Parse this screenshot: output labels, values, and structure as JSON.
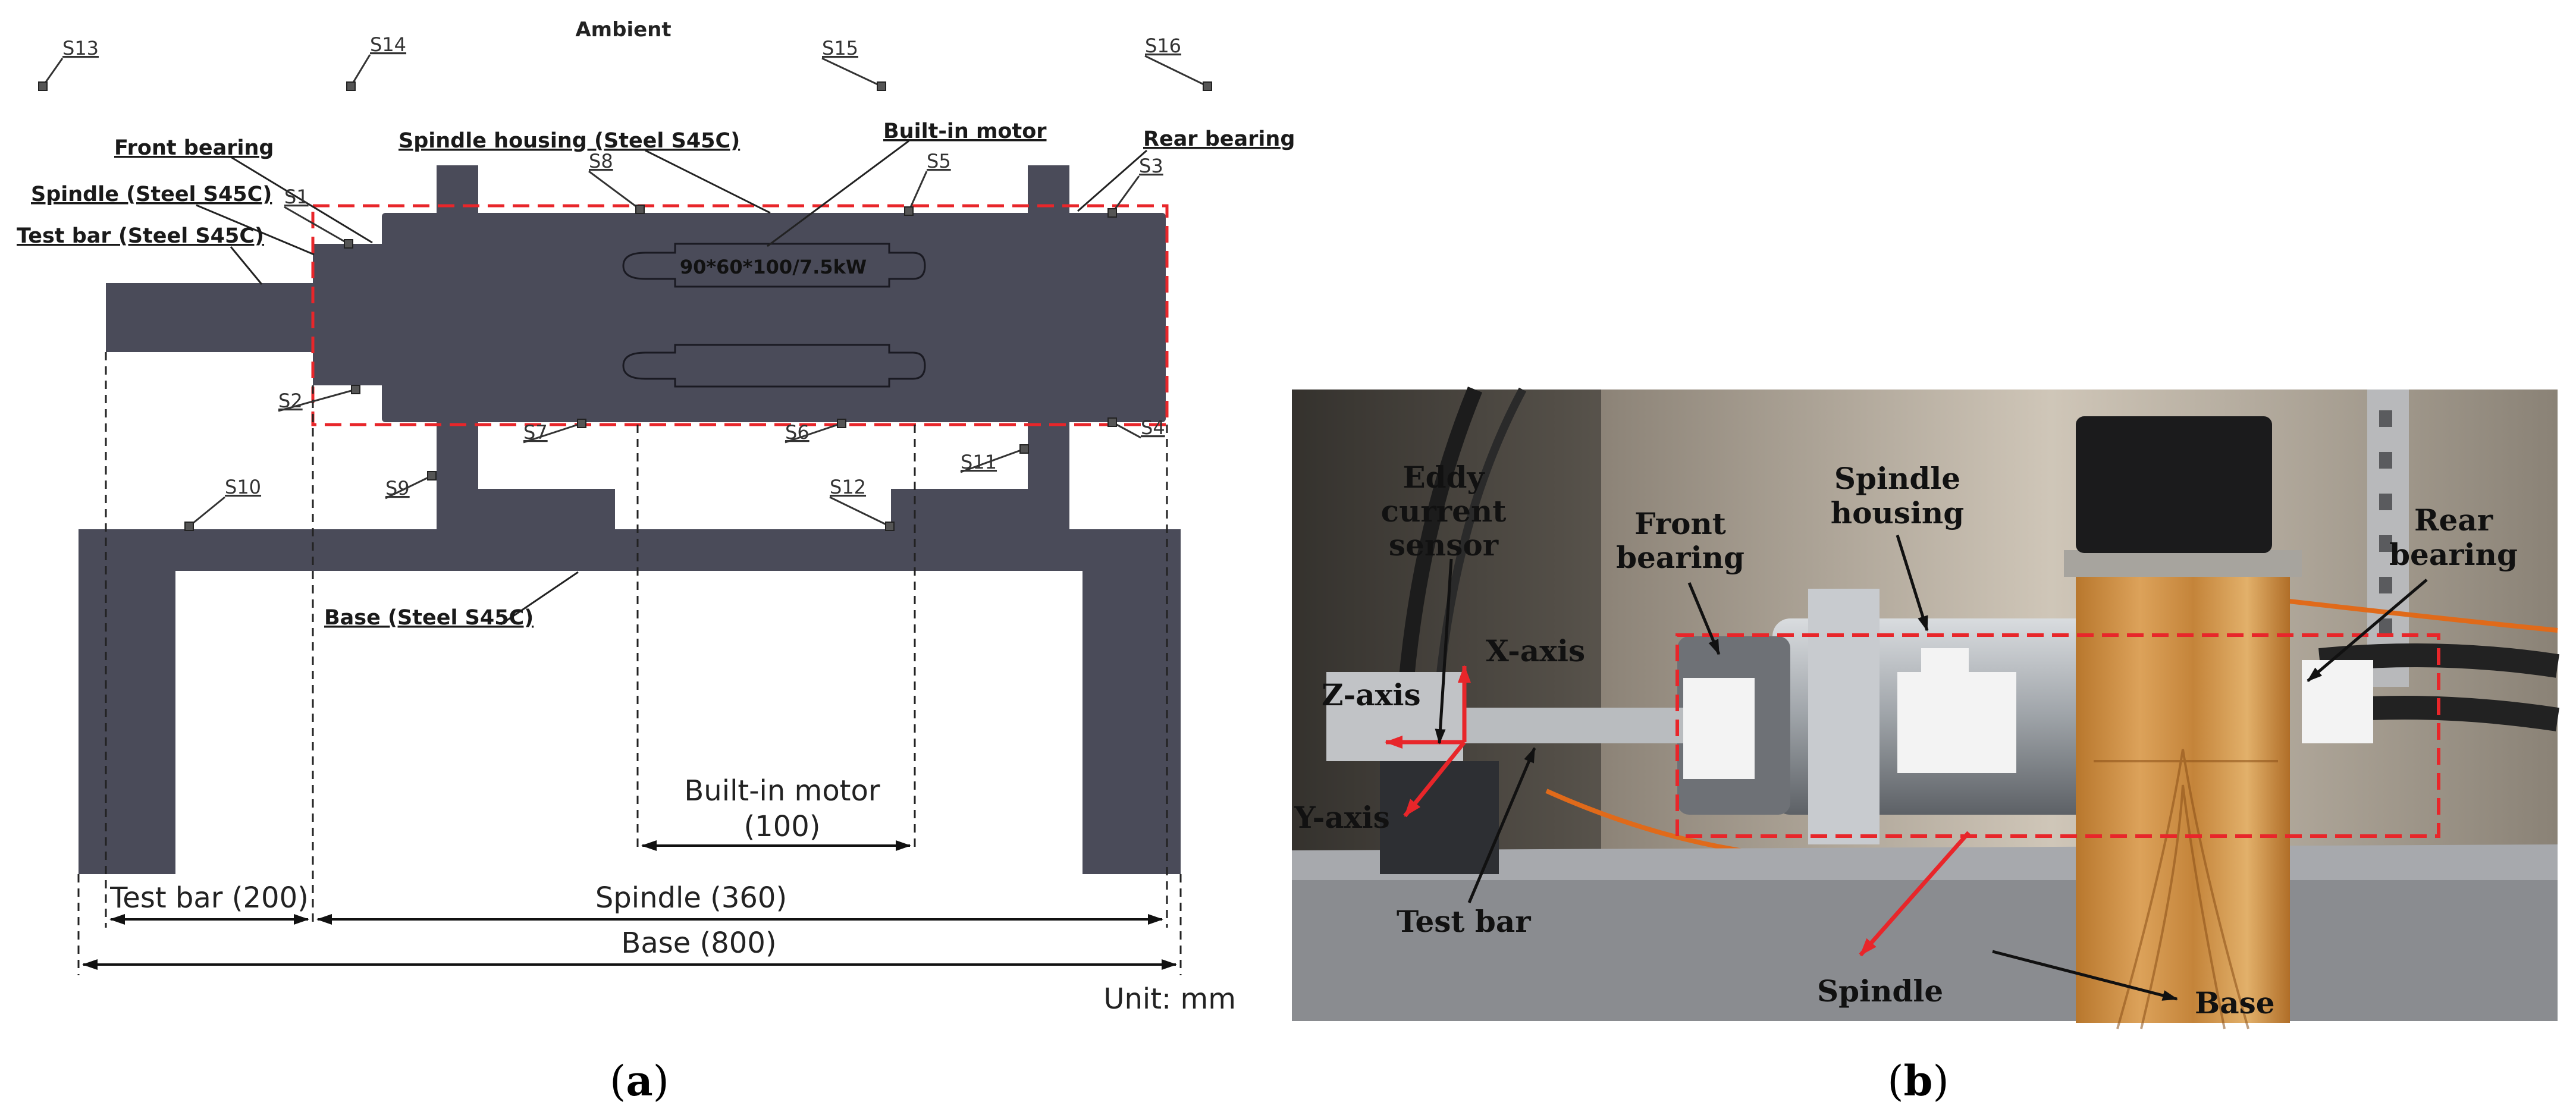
{
  "panel_a": {
    "caption_left": "(",
    "caption_letter": "a",
    "caption_right": ")",
    "ambient": "Ambient",
    "unit": "Unit: mm",
    "motor_text": "90*60*100/7.5kW",
    "labels": {
      "front_bearing": "Front bearing",
      "spindle_housing": "Spindle housing (Steel S45C)",
      "built_in_motor": "Built-in motor",
      "rear_bearing": "Rear bearing",
      "spindle": "Spindle (Steel S45C)",
      "test_bar": "Test bar (Steel S45C)",
      "base": "Base (Steel S45C)"
    },
    "sensors": [
      "S1",
      "S2",
      "S3",
      "S4",
      "S5",
      "S6",
      "S7",
      "S8",
      "S9",
      "S10",
      "S11",
      "S12",
      "S13",
      "S14",
      "S15",
      "S16"
    ],
    "dimensions": {
      "motor_label": "Built-in motor",
      "motor_value": "(100)",
      "test_bar": "Test bar (200)",
      "spindle": "Spindle (360)",
      "base": "Base (800)"
    },
    "colors": {
      "machine": "#4a4b59",
      "dashed_box": "#e8262a"
    }
  },
  "panel_b": {
    "caption_left": "(",
    "caption_letter": "b",
    "caption_right": ")",
    "labels": {
      "eddy_1": "Eddy",
      "eddy_2": "current",
      "eddy_3": "sensor",
      "front_bearing_1": "Front",
      "front_bearing_2": "bearing",
      "spindle_housing_1": "Spindle",
      "spindle_housing_2": "housing",
      "rear_bearing_1": "Rear",
      "rear_bearing_2": "bearing",
      "x_axis": "X-axis",
      "z_axis": "Z-axis",
      "y_axis": "Y-axis",
      "test_bar": "Test bar",
      "spindle": "Spindle",
      "base": "Base"
    }
  }
}
